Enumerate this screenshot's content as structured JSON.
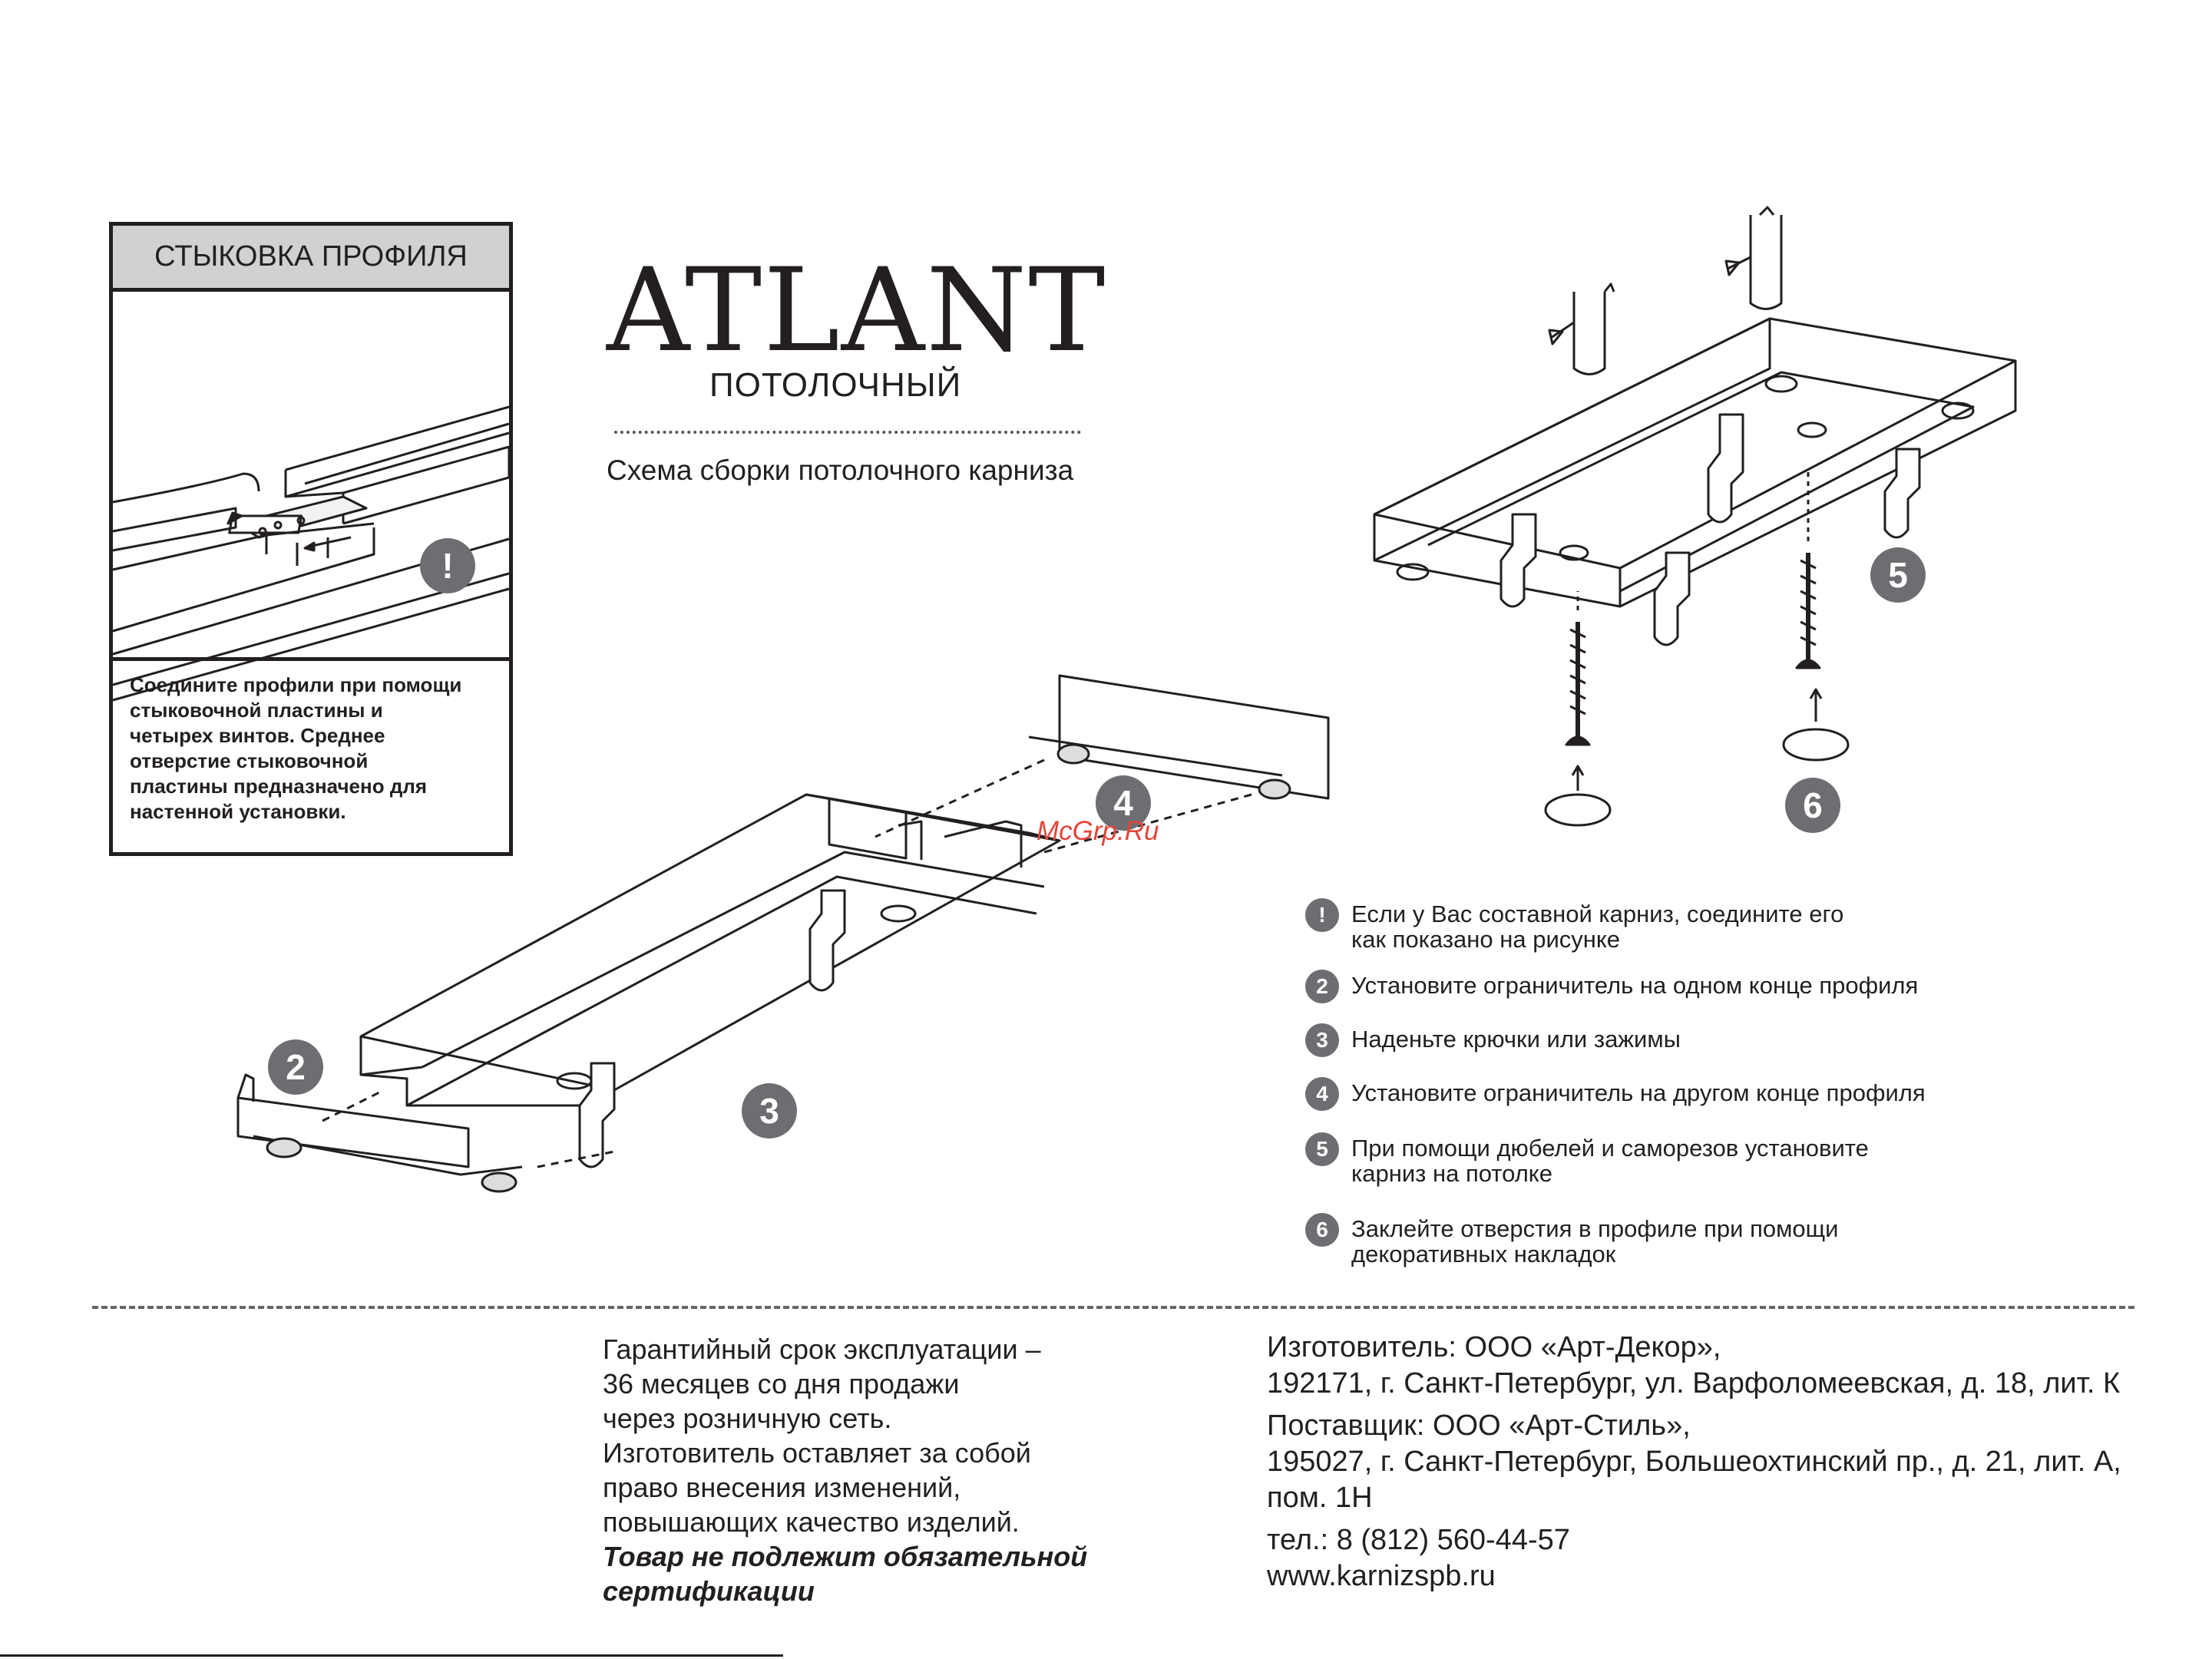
{
  "inset": {
    "title": "СТЫКОВКА ПРОФИЛЯ",
    "warning_badge": "!",
    "description": "Соедините профили при помощи\nстыковочной пластины и\nчетырех винтов. Среднее\nотверстие стыковочной\nпластины предназначено для\nнастенной установки."
  },
  "brand": {
    "logo": "ATLANT",
    "subtitle": "ПОТОЛОЧНЫЙ",
    "caption": "Схема сборки потолочного карниза"
  },
  "figure_badges": [
    "2",
    "3",
    "4",
    "5",
    "6"
  ],
  "steps": [
    {
      "badge": "!",
      "text": "Если у Вас составной карниз, соедините его\nкак показано на рисунке"
    },
    {
      "badge": "2",
      "text": "Установите ограничитель на одном конце профиля"
    },
    {
      "badge": "3",
      "text": "Наденьте крючки или зажимы"
    },
    {
      "badge": "4",
      "text": "Установите ограничитель на другом конце профиля"
    },
    {
      "badge": "5",
      "text": "При помощи дюбелей и саморезов установите\nкарниз на потолке"
    },
    {
      "badge": "6",
      "text": "Заклейте отверстия в профиле при помощи\nдекоративных накладок"
    }
  ],
  "watermark": "McGrp.Ru",
  "warranty": {
    "lines": [
      "Гарантийный срок эксплуатации –",
      "36 месяцев со дня продажи",
      "через розничную сеть.",
      "Изготовитель оставляет за собой",
      "право внесения изменений,",
      "повышающих качество изделий."
    ],
    "note_lines": [
      "Товар не подлежит обязательной",
      "сертификации"
    ]
  },
  "contacts": {
    "manufacturer": "Изготовитель: ООО «Арт-Декор»,",
    "manufacturer_address": "192171, г. Санкт-Петербург, ул. Варфоломеевская, д. 18, лит. К",
    "supplier": "Поставщик: ООО «Арт-Стиль»,",
    "supplier_address_1": "195027, г. Санкт-Петербург, Большеохтинский пр., д. 21, лит. А,",
    "supplier_address_2": "пом. 1Н",
    "phone": "тел.: 8 (812) 560-44-57",
    "website": "www.karnizspb.ru"
  }
}
